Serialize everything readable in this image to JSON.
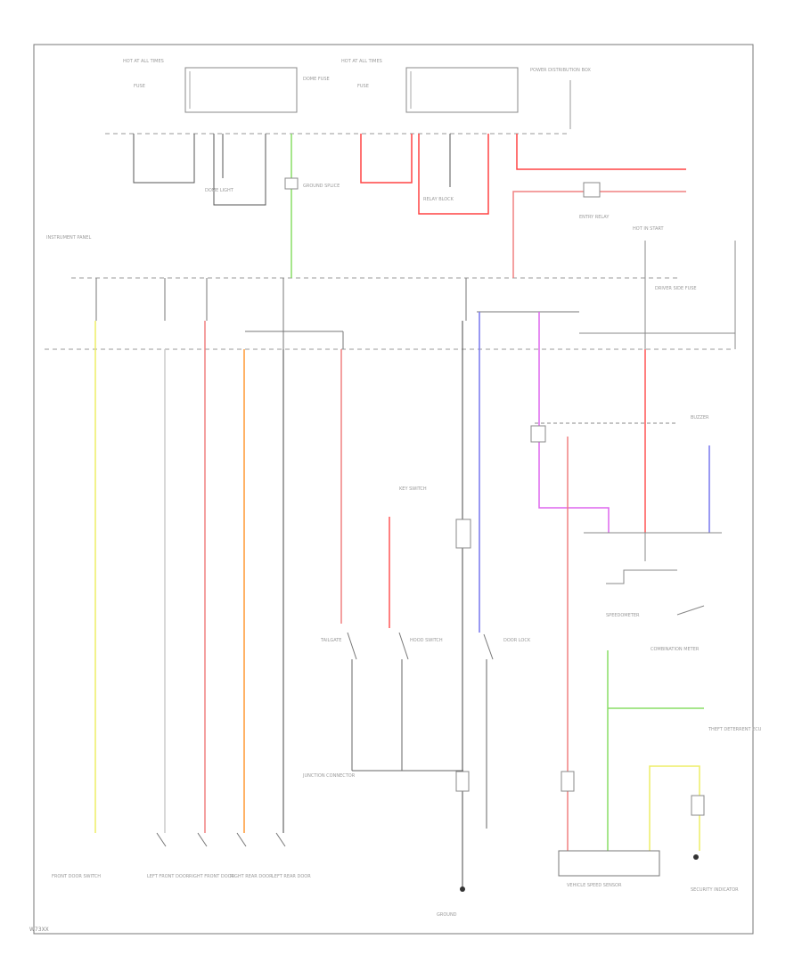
{
  "diagram": {
    "ref_code": "W73XX",
    "labels": {
      "hot_at_all_times_1": "HOT AT ALL TIMES",
      "hot_at_all_times_2": "HOT AT ALL TIMES",
      "fuse_1": "FUSE",
      "fuse_2": "FUSE",
      "power_distribution_box": "POWER DISTRIBUTION BOX",
      "dome_fuse": "DOME FUSE",
      "dome_light": "DOME LIGHT",
      "relay_block": "RELAY BLOCK",
      "ground_splice": "GROUND SPLICE",
      "entry_relay": "ENTRY RELAY",
      "instrument_panel": "INSTRUMENT PANEL",
      "driver_side_fuse": "DRIVER SIDE FUSE",
      "combination_meter": "COMBINATION METER",
      "speedometer": "SPEEDOMETER",
      "hot_in_start": "HOT IN START",
      "vehicle_speed_sensor": "VEHICLE SPEED SENSOR",
      "front_door_switch": "FRONT DOOR SWITCH",
      "left_front_door": "LEFT FRONT DOOR",
      "right_front_door": "RIGHT FRONT DOOR",
      "right_rear_door": "RIGHT REAR DOOR",
      "left_rear_door": "LEFT REAR DOOR",
      "tailgate": "TAILGATE",
      "hood_switch": "HOOD SWITCH",
      "door_lock": "DOOR LOCK",
      "ground": "GROUND",
      "junction_connector": "JUNCTION CONNECTOR",
      "theft_deterrent_ecu": "THEFT DETERRENT ECU",
      "key_switch": "KEY SWITCH",
      "security_indicator": "SECURITY INDICATOR",
      "buzzer": "BUZZER"
    },
    "wire_colors": {
      "red": "#ff5555",
      "pink": "#f08080",
      "green": "#88dd66",
      "yellow": "#eeee66",
      "orange": "#ff9933",
      "blue": "#7777ee",
      "violet": "#dd66ee",
      "gray": "#aaaaaa",
      "black": "#444444"
    }
  }
}
